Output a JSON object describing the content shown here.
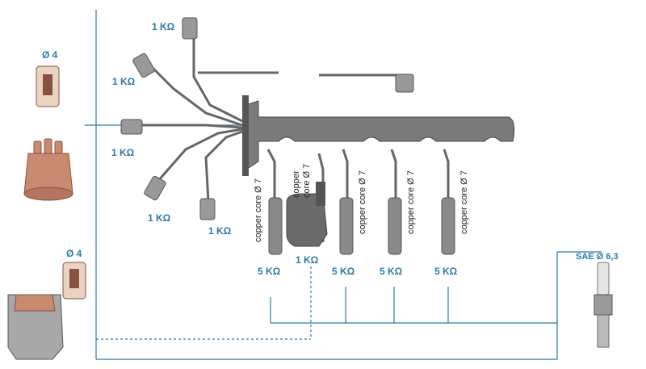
{
  "labels": {
    "diam_top": "Ø 4",
    "diam_mid": "Ø 4",
    "sae": "SAE Ø 6,3",
    "r_top": "1 KΩ",
    "r_upper_left": "1 KΩ",
    "r_mid_left": "1 KΩ",
    "r_lower_left": "1 KΩ",
    "r_lower_mid": "1 KΩ",
    "r_coil": "1 KΩ",
    "r_5k_1": "5 KΩ",
    "r_5k_2": "5 KΩ",
    "r_5k_3": "5 KΩ",
    "r_5k_4": "5 KΩ"
  },
  "wire_labels": {
    "core_1": "copper core Ø 7",
    "core_2a": "copper",
    "core_2b": "core Ø 7",
    "core_3": "copper core Ø 7",
    "core_4": "copper core Ø 7",
    "core_5": "copper core Ø 7"
  },
  "colors": {
    "line": "#2a7ba8",
    "rail": "#7a7a7a",
    "rail_dark": "#555555",
    "copper": "#c98a72",
    "copper_dark": "#8a5040",
    "text": "#2a7ba8"
  }
}
